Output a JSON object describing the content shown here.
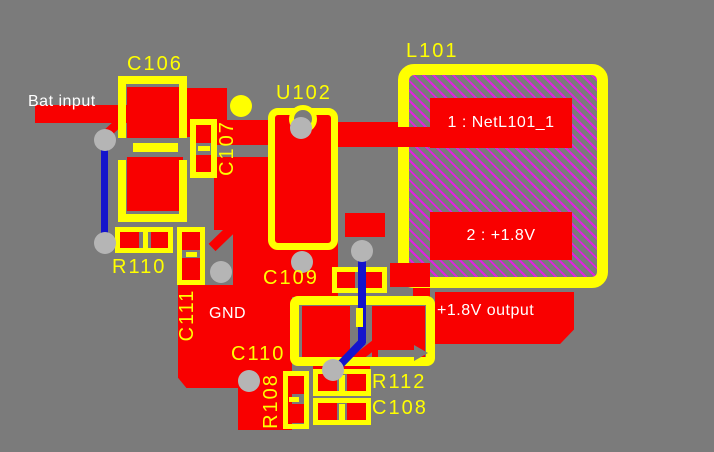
{
  "board": {
    "components": [
      {
        "ref": "C106"
      },
      {
        "ref": "C107"
      },
      {
        "ref": "U102"
      },
      {
        "ref": "L101"
      },
      {
        "ref": "R110"
      },
      {
        "ref": "C111"
      },
      {
        "ref": "C109"
      },
      {
        "ref": "C110"
      },
      {
        "ref": "R108"
      },
      {
        "ref": "R112"
      },
      {
        "ref": "C108"
      }
    ],
    "net_labels": {
      "bat_input": "Bat input",
      "gnd": "GND",
      "output": "+1.8V output"
    },
    "pad_labels": {
      "l101_pad1": "1 : NetL101_1",
      "l101_pad2": "2 : +1.8V"
    },
    "colors": {
      "background": "#7b7b7b",
      "copper": "#f90000",
      "silkscreen": "#ffff00",
      "bottom_trace": "#1414cc",
      "via": "#b5b5b5",
      "hatch": "#e020e0",
      "net_text": "#ffffff"
    }
  }
}
